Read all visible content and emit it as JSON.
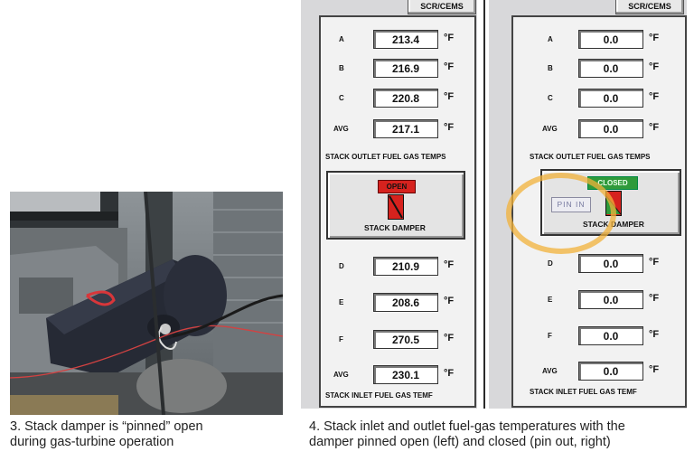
{
  "photo_caption": {
    "line1": "3. Stack damper is “pinned” open",
    "line2": "during gas-turbine operation"
  },
  "screens_caption": {
    "line1": "4. Stack inlet and outlet fuel-gas temperatures with the",
    "line2": "damper pinned open (left) and closed (pin out, right)"
  },
  "left_screen": {
    "tab": "SCR/CEMS",
    "outlet_rows": [
      {
        "label": "A",
        "value": "213.4",
        "unit": "°F"
      },
      {
        "label": "B",
        "value": "216.9",
        "unit": "°F"
      },
      {
        "label": "C",
        "value": "220.8",
        "unit": "°F"
      },
      {
        "label": "AVG",
        "value": "217.1",
        "unit": "°F"
      }
    ],
    "outlet_title": "STACK OUTLET FUEL GAS TEMPS",
    "damper_status": "OPEN",
    "damper_title": "STACK DAMPER",
    "inlet_rows": [
      {
        "label": "D",
        "value": "210.9",
        "unit": "°F"
      },
      {
        "label": "E",
        "value": "208.6",
        "unit": "°F"
      },
      {
        "label": "F",
        "value": "270.5",
        "unit": "°F"
      },
      {
        "label": "AVG",
        "value": "230.1",
        "unit": "°F"
      }
    ],
    "inlet_title": "STACK INLET FUEL GAS TEMF"
  },
  "right_screen": {
    "tab": "SCR/CEMS",
    "outlet_rows": [
      {
        "label": "A",
        "value": "0.0",
        "unit": "°F"
      },
      {
        "label": "B",
        "value": "0.0",
        "unit": "°F"
      },
      {
        "label": "C",
        "value": "0.0",
        "unit": "°F"
      },
      {
        "label": "AVG",
        "value": "0.0",
        "unit": "°F"
      }
    ],
    "outlet_title": "STACK OUTLET FUEL GAS TEMPS",
    "damper_status": "CLOSED",
    "pin_button": "PIN IN",
    "damper_title": "STACK DAMPER",
    "inlet_rows": [
      {
        "label": "D",
        "value": "0.0",
        "unit": "°F"
      },
      {
        "label": "E",
        "value": "0.0",
        "unit": "°F"
      },
      {
        "label": "F",
        "value": "0.0",
        "unit": "°F"
      },
      {
        "label": "AVG",
        "value": "0.0",
        "unit": "°F"
      }
    ],
    "inlet_title": "STACK INLET FUEL GAS TEMF"
  },
  "colors": {
    "open_status": "#d6221e",
    "closed_status": "#2f9a3a",
    "highlight_circle": "#f2b23a"
  }
}
